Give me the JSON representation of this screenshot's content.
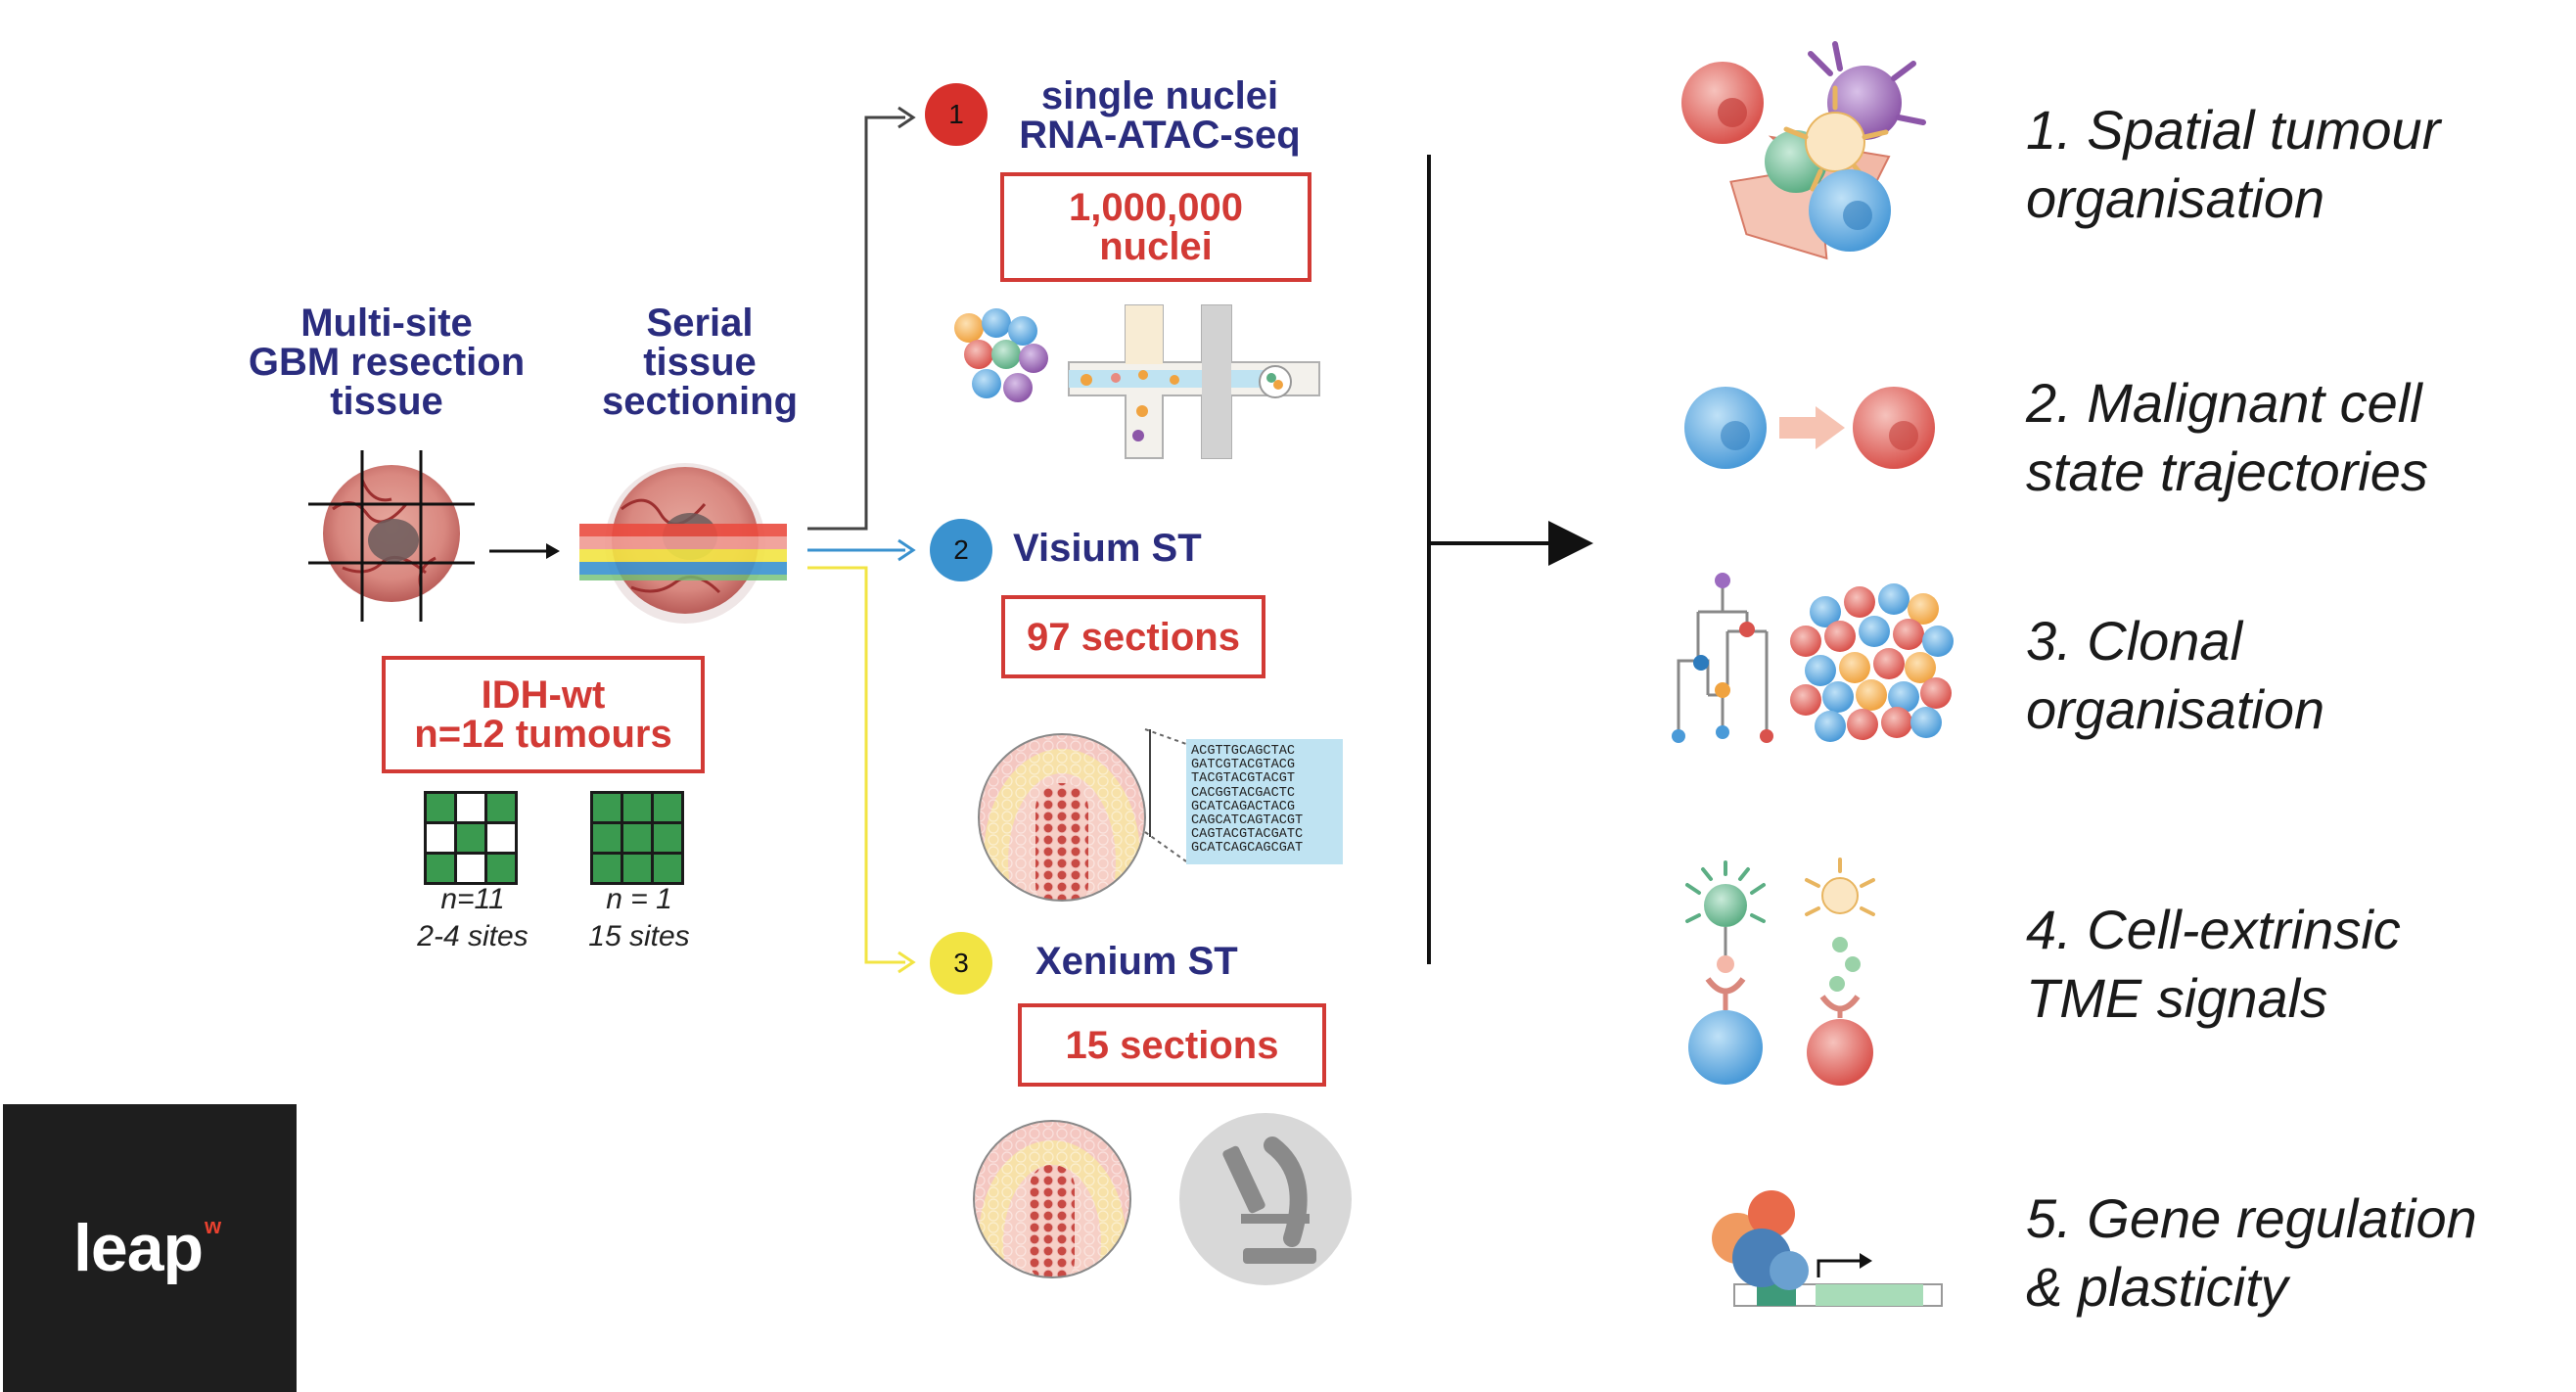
{
  "input": {
    "tissue_label": [
      "Multi-site",
      "GBM resection",
      "tissue"
    ],
    "sectioning_label": [
      "Serial",
      "tissue",
      "sectioning"
    ],
    "cohort_box": [
      "IDH-wt",
      "n=12 tumours"
    ],
    "grids": [
      {
        "caption": [
          "n=11",
          "2-4 sites"
        ]
      },
      {
        "caption": [
          "n = 1",
          "15 sites"
        ]
      }
    ]
  },
  "assays": [
    {
      "number": "1",
      "title": [
        "single nuclei",
        "RNA-ATAC-seq"
      ],
      "count": [
        "1,000,000",
        "nuclei"
      ],
      "color": "#d7302b"
    },
    {
      "number": "2",
      "title": [
        "Visium ST"
      ],
      "count": [
        "97 sections"
      ],
      "color": "#3a92cf"
    },
    {
      "number": "3",
      "title": [
        "Xenium ST"
      ],
      "count": [
        "15 sections"
      ],
      "color": "#f2e443"
    }
  ],
  "sequence_lines": [
    "ACGTTGCAGCTAC",
    "GATCGTACGTACG",
    "TACGTACGTACGT",
    "CACGGTACGACTC",
    "GCATCAGACTACG",
    "CAGCATCAGTACGT",
    "CAGTACGTACGATC",
    "GCATCAGCAGCGAT"
  ],
  "outcomes": [
    {
      "lines": [
        "1. Spatial tumour",
        "organisation"
      ],
      "icon": "cell-cluster-icon"
    },
    {
      "lines": [
        "2. Malignant cell",
        "state trajectories"
      ],
      "icon": "cell-transition-icon"
    },
    {
      "lines": [
        "3. Clonal",
        "organisation"
      ],
      "icon": "clonal-tree-icon"
    },
    {
      "lines": [
        "4. Cell-extrinsic",
        "TME signals"
      ],
      "icon": "ligand-receptor-icon"
    },
    {
      "lines": [
        "5. Gene regulation",
        "& plasticity"
      ],
      "icon": "gene-regulation-icon"
    }
  ],
  "logo": {
    "text": "leap",
    "superscript": "w"
  },
  "colors": {
    "navy": "#2a2c7e",
    "red": "#d23a35",
    "green": "#3a9a4f",
    "blue_arrow": "#3a92cf",
    "yellow_arrow": "#f2e443"
  }
}
